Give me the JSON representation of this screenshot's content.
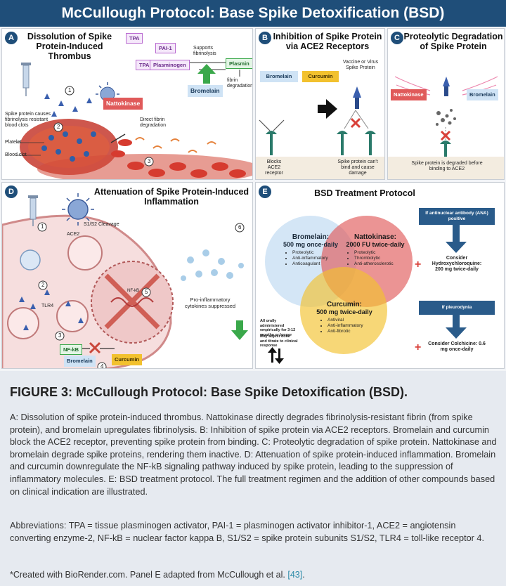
{
  "title": "McCullough Protocol: Base Spike Detoxification (BSD)",
  "panels": {
    "a": {
      "badge": "A",
      "title_line1": "Dissolution of Spike",
      "title_line2": "Protein-Induced Thrombus",
      "tpa": "TPA",
      "pai1": "PAI-1",
      "tpa2": "TPA",
      "plasminogen": "Plasminogen",
      "supports": "Supports fibrinolysis",
      "plasmin": "Plasmin",
      "fibrin": "fibrin degradation",
      "bromelain": "Bromelain",
      "nattokinase": "Nattokinase",
      "direct_fibrin": "Direct fibrin degradation",
      "spike_causes": "Spike protein causes fibrinolysis resistant blood clots",
      "platelet": "Platelet",
      "blood_clot": "Blood clot",
      "n1": "1",
      "n2": "2",
      "n3": "3"
    },
    "b": {
      "badge": "B",
      "title_line1": "Inhibition of Spike Protein",
      "title_line2": "via ACE2 Receptors",
      "bromelain": "Bromelain",
      "curcumin": "Curcumin",
      "vaccine": "Vaccine or Virus Spike Protein",
      "blocks": "Blocks ACE2 receptor",
      "cant_bind": "Spike protein can't bind and cause damage"
    },
    "c": {
      "badge": "C",
      "title_line1": "Proteolytic Degradation",
      "title_line2": "of Spike Protein",
      "nattokinase": "Nattokinase",
      "bromelain": "Bromelain",
      "degraded": "Spike protein is degraded before binding to ACE2"
    },
    "d": {
      "badge": "D",
      "title_line1": "Attenuation of Spike Protein-Induced",
      "title_line2": "Inflammation",
      "cleavage": "S1/S2 Cleavage",
      "ace2": "ACE2",
      "tlr4": "TLR4",
      "nfkb": "NF-kB",
      "nfkb_nucleus": "NF-kB",
      "bromelain": "Bromelain",
      "curcumin": "Curcumin",
      "cytokines": "Pro-inflammatory cytokines suppressed",
      "n1": "1",
      "n2": "2",
      "n3": "3",
      "n4": "4",
      "n5": "5",
      "n6": "6"
    },
    "e": {
      "badge": "E",
      "title": "BSD Treatment Protocol",
      "bromelain_title": "Bromelain:",
      "bromelain_dose": "500 mg once-daily",
      "bromelain_items": [
        "Proteolytic",
        "Anti-inflammatory",
        "Anticoagulant"
      ],
      "natto_title": "Nattokinase:",
      "natto_dose": "2000 FU twice-daily",
      "natto_items": [
        "Proteolytic",
        "Thrombolytic",
        "Anti-atherosclerotic"
      ],
      "curcumin_title": "Curcumin:",
      "curcumin_dose": "500 mg twice-daily",
      "curcumin_items": [
        "Antiviral",
        "Anti-inflammatory",
        "Anti-fibrotic"
      ],
      "ana": "If antinuclear antibody (ANA) positive",
      "hcq": "Consider Hydroxychloroquine: 200 mg twice-daily",
      "pleurodynia": "If pleurodynia",
      "colchicine": "Consider Colchicine: 0.6 mg once-daily",
      "oral_note": "All orally administered empirically for 3-12 months or longer",
      "adjust_note": "May adjust dose and titrate to clinical response",
      "plus": "+"
    }
  },
  "caption": {
    "title": "FIGURE 3: McCullough Protocol: Base Spike Detoxification (BSD).",
    "body": "A: Dissolution of spike protein-induced thrombus. Nattokinase directly degrades fibrinolysis-resistant fibrin (from spike protein), and bromelain upregulates fibrinolysis. B: Inhibition of spike protein via ACE2 receptors. Bromelain and curcumin block the ACE2 receptor, preventing spike protein from binding. C: Proteolytic degradation of spike protein. Nattokinase and bromelain degrade spike proteins, rendering them inactive. D: Attenuation of spike protein-induced inflammation. Bromelain and curcumin downregulate the NF-kB signaling pathway induced by spike protein, leading to the suppression of inflammatory molecules. E: BSD treatment protocol. The full treatment regimen and the addition of other compounds based on clinical indication are illustrated.",
    "abbreviations": "Abbreviations: TPA = tissue plasminogen activator, PAI-1 = plasminogen activator inhibitor-1, ACE2 = angiotensin converting enzyme-2, NF-kB = nuclear factor kappa B, S1/S2 = spike protein subunits S1/S2, TLR4 = toll-like receptor 4.",
    "credit": "*Created with BioRender.com. Panel E adapted from McCullough et al. ",
    "ref": "[43]",
    "credit_end": "."
  },
  "colors": {
    "banner": "#1f4e79",
    "bromelain": "#cfe3f5",
    "curcumin": "#f2c12e",
    "nattokinase": "#e05a5a",
    "arrow_green": "#3aa84a",
    "arrow_dark": "#2a5b8a",
    "cross_red": "#d9413a"
  }
}
